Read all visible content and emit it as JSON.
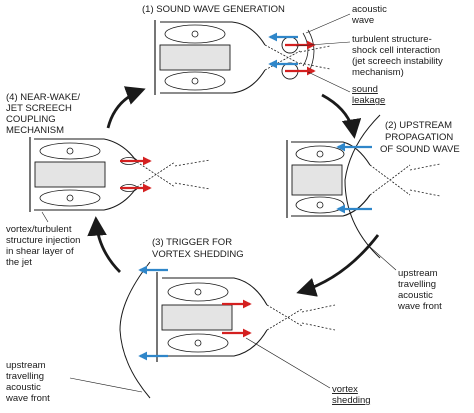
{
  "stages": {
    "s1": {
      "title": "(1) SOUND WAVE GENERATION"
    },
    "s2": {
      "title_l1": "(2) UPSTREAM",
      "title_l2": "PROPAGATION",
      "title_l3": "OF SOUND WAVE"
    },
    "s3": {
      "title_l1": "(3) TRIGGER FOR",
      "title_l2": "VORTEX SHEDDING"
    },
    "s4": {
      "title_l1": "(4) NEAR-WAKE/",
      "title_l2": "JET SCREECH",
      "title_l3": "COUPLING",
      "title_l4": "MECHANISM"
    }
  },
  "annotations": {
    "acoustic_wave": {
      "l1": "acoustic",
      "l2": "wave"
    },
    "shock_cell": {
      "l1": "turbulent structure-",
      "l2": "shock cell interaction",
      "l3": "(jet screech instability",
      "l4": "mechanism)"
    },
    "sound_leakage": {
      "l1": "sound",
      "l2": "leakage"
    },
    "vortex_injection": {
      "l1": "vortex/turbulent",
      "l2": "structure injection",
      "l3": "in shear layer of",
      "l4": "the jet"
    },
    "wave_front_right": {
      "l1": "upstream",
      "l2": "travelling",
      "l3": "acoustic",
      "l4": "wave front"
    },
    "wave_front_left": {
      "l1": "upstream",
      "l2": "travelling",
      "l3": "acoustic",
      "l4": "wave front"
    },
    "vortex_shedding": {
      "l1": "vortex",
      "l2": "shedding"
    }
  },
  "colors": {
    "red_arrow": "#d42020",
    "blue_arrow": "#2f86c9",
    "line": "#1a1a1a",
    "gray_fill": "#e4e4e4"
  }
}
